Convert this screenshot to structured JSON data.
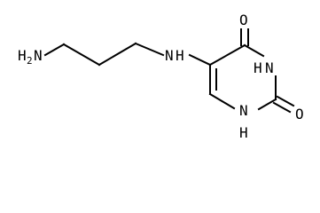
{
  "molecule": {
    "atoms": {
      "amine_n": "N",
      "amine_h": "H",
      "amine_h_count": "2",
      "linker_n": "N",
      "linker_h": "H",
      "ring_n3": "N",
      "ring_n3_h": "H",
      "ring_n1": "N",
      "ring_n1_h": "H",
      "carbonyl_o4": "O",
      "carbonyl_o2": "O"
    }
  }
}
